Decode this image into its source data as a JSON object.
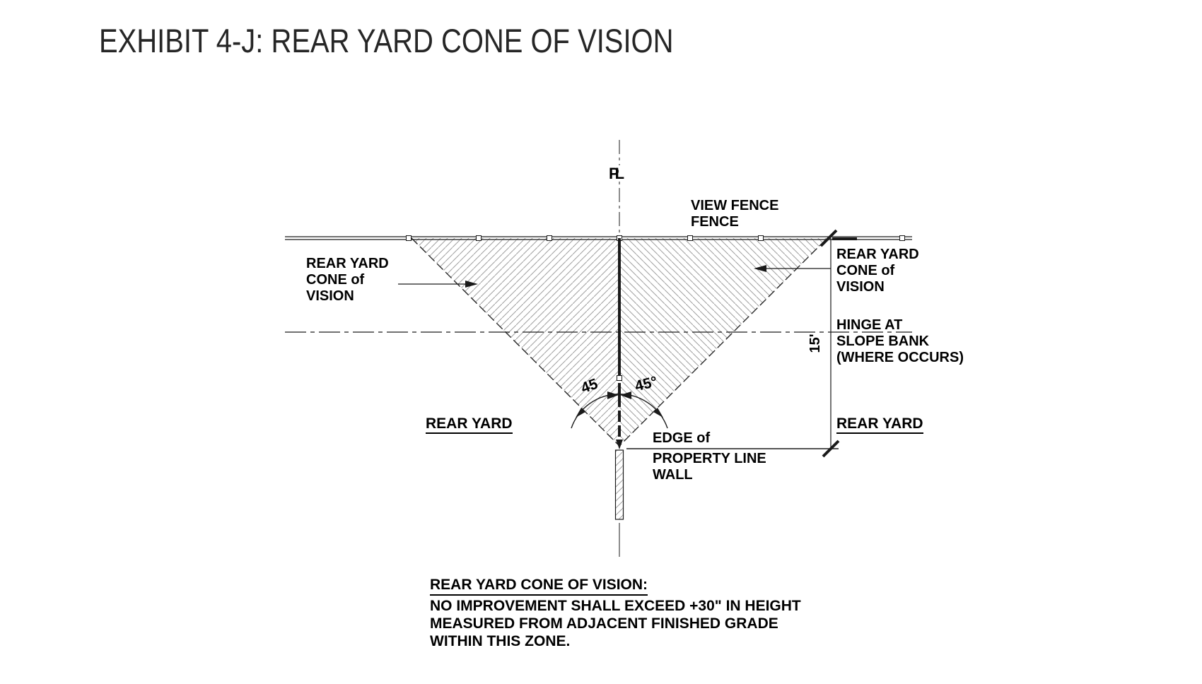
{
  "title": "EXHIBIT 4-J: REAR YARD CONE OF VISION",
  "diagram": {
    "property_line_symbol": "PL",
    "view_fence_label": {
      "line1": "VIEW FENCE",
      "line2": "FENCE"
    },
    "cone_label_left": {
      "line1": "REAR YARD",
      "line2": "CONE of",
      "line3": "VISION"
    },
    "cone_label_right": {
      "line1": "REAR YARD",
      "line2": "CONE of",
      "line3": "VISION"
    },
    "hinge_label": {
      "line1": "HINGE AT",
      "line2": "SLOPE BANK",
      "line3": "(WHERE OCCURS)"
    },
    "dimension_15ft": "15'",
    "angle_left": "45",
    "angle_right": "45°",
    "rear_yard_left": "REAR YARD",
    "rear_yard_right": "REAR YARD",
    "edge_label": {
      "line1": "EDGE of",
      "line2": "PROPERTY LINE",
      "line3": "WALL"
    }
  },
  "note": {
    "heading": "REAR YARD CONE OF VISION:",
    "line1": "NO IMPROVEMENT SHALL EXCEED +30\" IN HEIGHT",
    "line2": "MEASURED FROM ADJACENT FINISHED GRADE",
    "line3": "WITHIN THIS ZONE."
  },
  "colors": {
    "line": "#1a1a1a",
    "hatch": "#a0a0a0",
    "text": "#000000",
    "background": "#ffffff"
  }
}
